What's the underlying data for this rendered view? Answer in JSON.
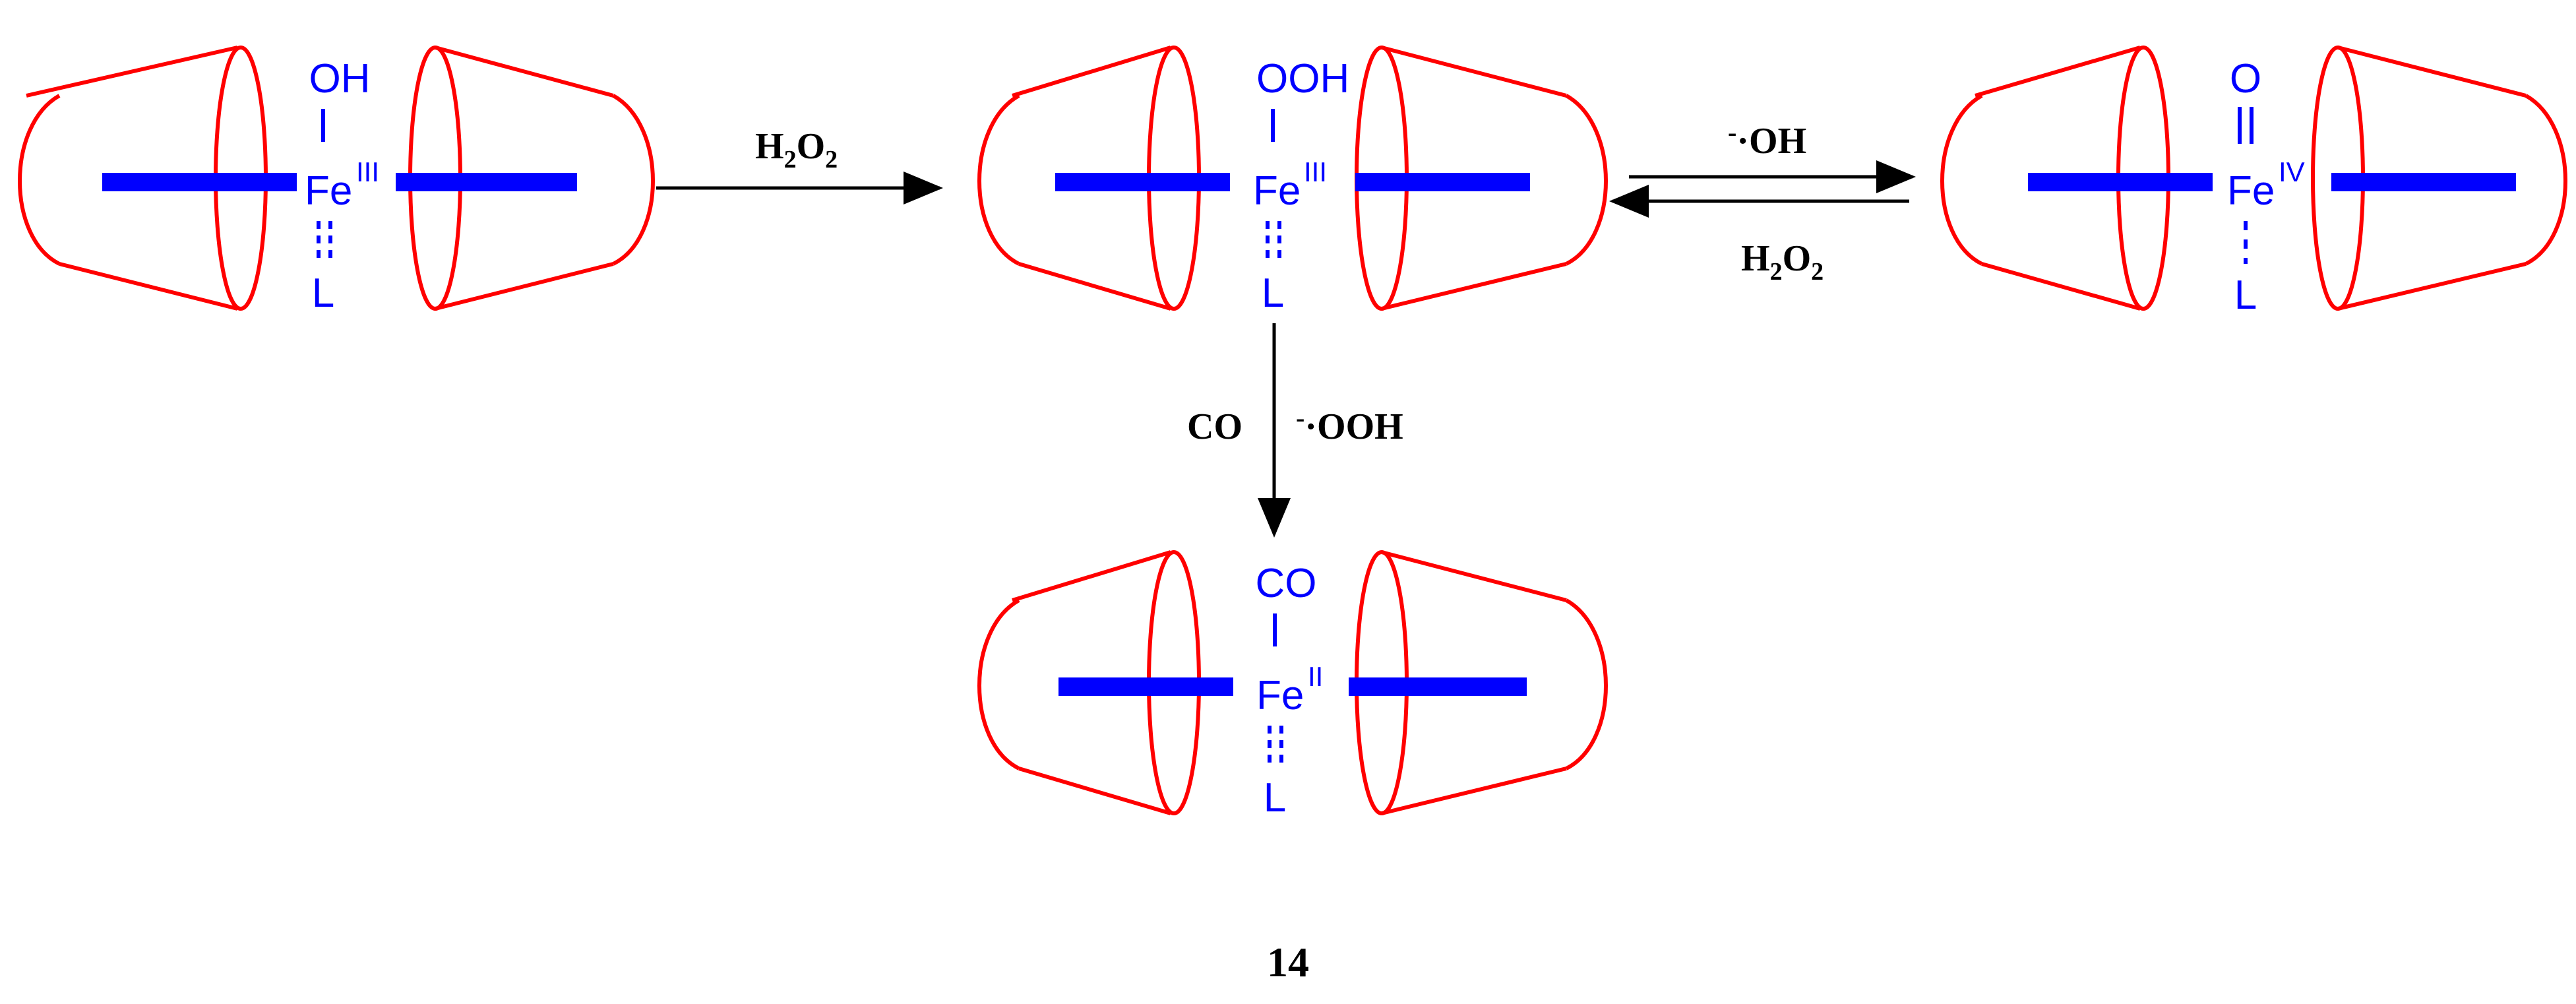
{
  "colors": {
    "cage": "#ff0000",
    "complex": "#0000ff",
    "text": "#000000",
    "background": "#ffffff"
  },
  "species": [
    {
      "id": "feiii-oh",
      "top_ligand": "OH",
      "metal": "Fe",
      "oxidation_state": "III",
      "bottom_ligand": "L"
    },
    {
      "id": "feiii-ooh",
      "top_ligand": "OOH",
      "metal": "Fe",
      "oxidation_state": "III",
      "bottom_ligand": "L"
    },
    {
      "id": "feiv-oxo",
      "top_ligand": "O",
      "metal": "Fe",
      "oxidation_state": "IV",
      "bottom_ligand": "L"
    },
    {
      "id": "feii-co",
      "top_ligand": "CO",
      "metal": "Fe",
      "oxidation_state": "II",
      "bottom_ligand": "L"
    }
  ],
  "reactions": {
    "step1": {
      "reagent": "H2O2",
      "reagent_main": "H",
      "sub1": "2",
      "mid": "O",
      "sub2": "2"
    },
    "forward": {
      "radical_sup": "-",
      "radical_dot": "·",
      "product_main": "OH"
    },
    "reverse": {
      "reagent_main": "H",
      "sub1": "2",
      "mid": "O",
      "sub2": "2"
    },
    "down": {
      "left_label": "CO",
      "radical_sup": "-",
      "radical_dot": "·",
      "right_label": "OOH"
    }
  },
  "compound_number": "14"
}
